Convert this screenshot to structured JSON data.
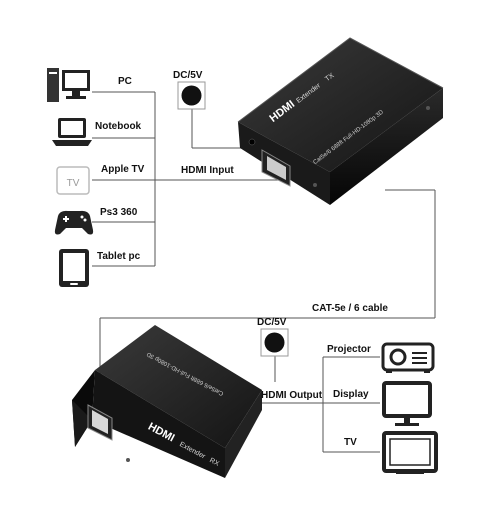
{
  "sources": {
    "pc": "PC",
    "notebook": "Notebook",
    "apple_tv": "Apple TV",
    "tv_icon_text": "TV",
    "ps3": "Ps3 360",
    "tablet": "Tablet pc"
  },
  "transmitter": {
    "power_label": "DC/5V",
    "input_label": "HDMI Input",
    "brand": "HDMI",
    "model": "Extender",
    "side": "TX",
    "spec": "Cat5e/6 688ft Full-HD-1080p 3D"
  },
  "cable_label": "CAT-5e / 6 cable",
  "receiver": {
    "power_label": "DC/5V",
    "output_label": "HDMI Output",
    "brand": "HDMI",
    "model": "Extender",
    "side": "RX",
    "spec": "Cat5e/6 688ft Full-HD-1080p 3D"
  },
  "outputs": {
    "projector": "Projector",
    "display": "Display",
    "tv": "TV"
  }
}
